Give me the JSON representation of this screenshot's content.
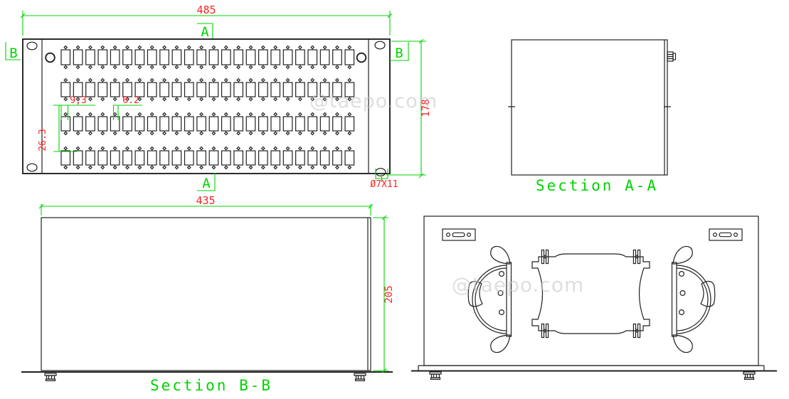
{
  "title": "Fiber patch panel CAD drawing",
  "colors": {
    "line": "#212121",
    "green": "#00d400",
    "red": "#fb2323",
    "watermark": "#c6c6c6"
  },
  "watermark": {
    "text": "@taepo.com"
  },
  "front_view": {
    "section_marker_a": "A",
    "section_marker_b": "B",
    "dim_width": "485",
    "dim_height": "178",
    "dim_pitch": "9,3",
    "dim_slot": "6.2",
    "dim_row_offset": "26.3",
    "hole_callout": "Ø7X11",
    "rows": [
      {
        "count": 24
      },
      {
        "count": 24
      },
      {
        "count": 24
      },
      {
        "count": 24
      }
    ]
  },
  "section_aa": {
    "label": "Section A-A"
  },
  "section_bb": {
    "label": "Section B-B",
    "dim_width": "435",
    "dim_height": "205"
  }
}
